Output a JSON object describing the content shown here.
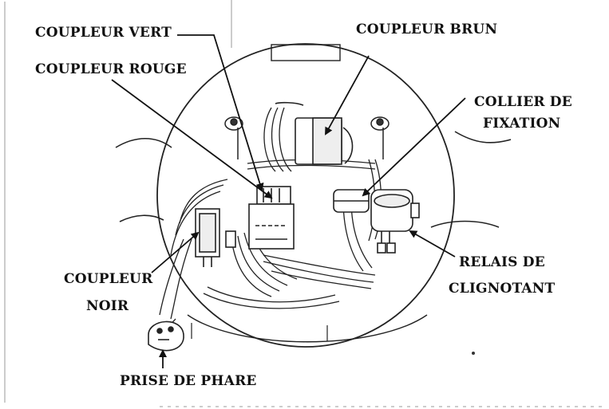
{
  "labels": {
    "coupleur_vert": "COUPLEUR VERT",
    "coupleur_rouge": "COUPLEUR ROUGE",
    "coupleur_brun": "COUPLEUR BRUN",
    "collier_line1": "COLLIER DE",
    "collier_line2": "FIXATION",
    "relais_line1": "RELAIS DE",
    "relais_line2": "CLIGNOTANT",
    "noir_line1": "COUPLEUR",
    "noir_line2": "NOIR",
    "prise_phare": "PRISE DE PHARE"
  },
  "colors": {
    "ink": "#111111",
    "paper": "#ffffff",
    "shade": "#e6e6e6"
  }
}
